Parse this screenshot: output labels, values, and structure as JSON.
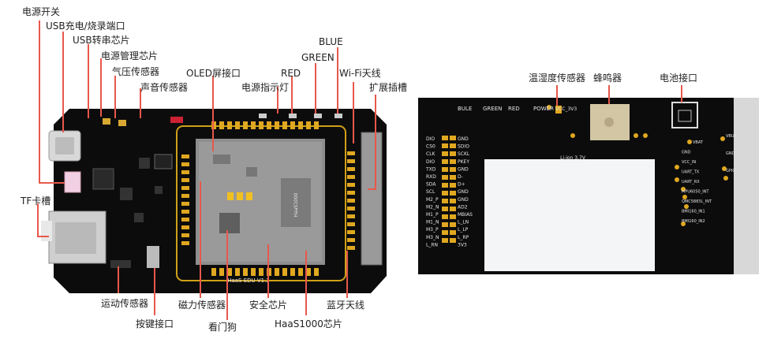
{
  "front_labels": {
    "power_switch": "电源开关",
    "usb_port": "USB充电/烧录端口",
    "usb_serial_chip": "USB转串芯片",
    "power_mgmt_chip": "电源管理芯片",
    "pressure_sensor": "气压传感器",
    "sound_sensor": "声音传感器",
    "oled_port": "OLED屏接口",
    "power_led": "电源指示灯",
    "red": "RED",
    "green": "GREEN",
    "blue": "BLUE",
    "wifi_antenna": "Wi-Fi天线",
    "expansion_slot": "扩展插槽",
    "tf_slot": "TF卡槽",
    "motion_sensor": "运动传感器",
    "button_port": "按键接口",
    "magnetic_sensor": "磁力传感器",
    "watchdog": "看门狗",
    "security_chip": "安全芯片",
    "haas_chip": "HaaS1000芯片",
    "bt_antenna": "蓝牙天线",
    "board_name": "HaaS EDU V1.2",
    "chip_mark": "HaaS1000"
  },
  "back_labels": {
    "temp_humidity": "温湿度传感器",
    "buzzer": "蜂鸣器",
    "battery_port": "电池接口"
  },
  "back_silk": {
    "top": [
      "BULE",
      "GREEN",
      "RED",
      "POWER"
    ],
    "vcc": "VCC_3V3",
    "battery_text": "Li-ion 3.7V",
    "left_pins": [
      "DIO",
      "CS0",
      "CLK",
      "DIO",
      "TXD",
      "RXD",
      "SDA",
      "SCL",
      "M2_P",
      "M2_N",
      "M1_P",
      "M1_N",
      "M3_P",
      "M3_N",
      "L_RN"
    ],
    "mid_pins": [
      "GND",
      "SDIO",
      "SCKL",
      "PKEY",
      "GND",
      "D-",
      "D+",
      "GND",
      "GND",
      "AD2",
      "MBIAS",
      "L_LN",
      "L_LP",
      "L_RP",
      "3V3"
    ],
    "right_pins": [
      "VBAT",
      "GND",
      "VCC_IN",
      "UART_TX",
      "UART_RX",
      "MPU6050_INT",
      "QMC5883L_INT",
      "BMI160_IN1",
      "BMI160_IN2"
    ],
    "side_pins": [
      "VBUS",
      "GND",
      "GPIO"
    ]
  }
}
